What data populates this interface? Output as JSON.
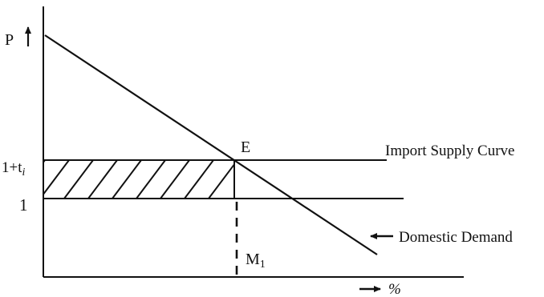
{
  "axes": {
    "y_label": "P",
    "x_label": "%"
  },
  "ticks": {
    "upper": "1+t",
    "upper_sub": "i",
    "lower": "1"
  },
  "points": {
    "equilibrium": "E",
    "quantity": "M",
    "quantity_sub": "1"
  },
  "curves": {
    "import_supply": "Import Supply Curve",
    "domestic_demand": "Domestic Demand"
  },
  "colors": {
    "ink": "#111111",
    "background": "#ffffff"
  }
}
